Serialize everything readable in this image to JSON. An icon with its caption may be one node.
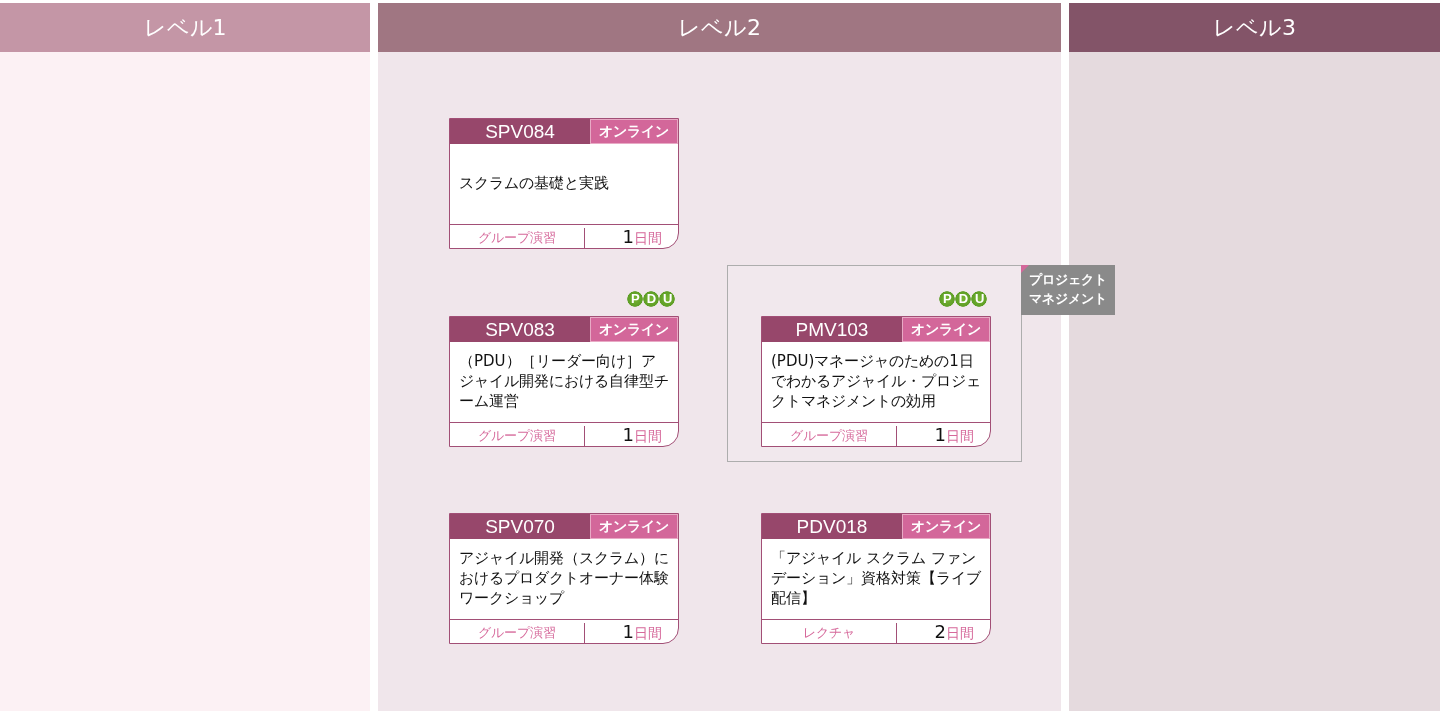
{
  "diagram": {
    "nodes": [
      {
        "text": [
          "レベル1"
        ]
      },
      {
        "text": [
          "レベル2"
        ]
      },
      {
        "text": [
          "レベル3"
        ]
      },
      {
        "text": [
          "SPV084",
          "オンライン",
          "スクラムの基礎と実践",
          "グループ演習",
          "1日間"
        ],
        "in": 1
      },
      {
        "text": [
          "SPV083",
          "オンライン",
          "（PDU）［リーダー向け］アジャイル開発における自律型チーム運営",
          "グループ演習",
          "1日間"
        ],
        "in": 1,
        "beside": [
          "PDU"
        ]
      },
      {
        "text": [
          "プロジェクトマネジメント"
        ],
        "in": 1
      },
      {
        "text": [
          "PMV103",
          "オンライン",
          "(PDU)マネージャのための1日でわかるアジャイル・プロジェクトマネジメントの効用",
          "グループ演習",
          "1日間"
        ],
        "in": 5,
        "beside": [
          "PDU"
        ]
      },
      {
        "text": [
          "SPV070",
          "オンライン",
          "アジャイル開発（スクラム）におけるプロダクトオーナー体験ワークショップ",
          "グループ演習",
          "1日間"
        ],
        "in": 1
      },
      {
        "text": [
          "PDV018",
          "オンライン",
          "「アジャイル スクラム ファンデーション」資格対策【ライブ配信】",
          "レクチャ",
          "2日間"
        ],
        "in": 1
      }
    ]
  }
}
